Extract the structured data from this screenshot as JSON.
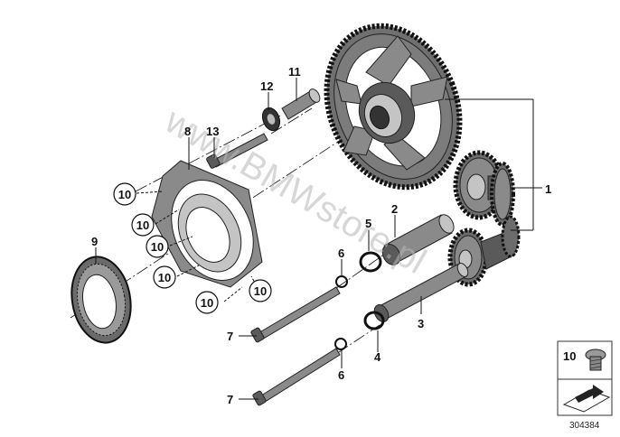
{
  "callouts": {
    "c1": "1",
    "c2": "2",
    "c3": "3",
    "c4": "4",
    "c5": "5",
    "c6a": "6",
    "c6b": "6",
    "c7a": "7",
    "c7b": "7",
    "c8": "8",
    "c9": "9",
    "c11": "11",
    "c12": "12",
    "c13": "13"
  },
  "circled": {
    "a": "10",
    "b": "10",
    "c": "10",
    "d": "10",
    "e": "10",
    "f": "10"
  },
  "legend": {
    "number": "10"
  },
  "watermark": "www.BMWstore.pl",
  "reference": "304384"
}
